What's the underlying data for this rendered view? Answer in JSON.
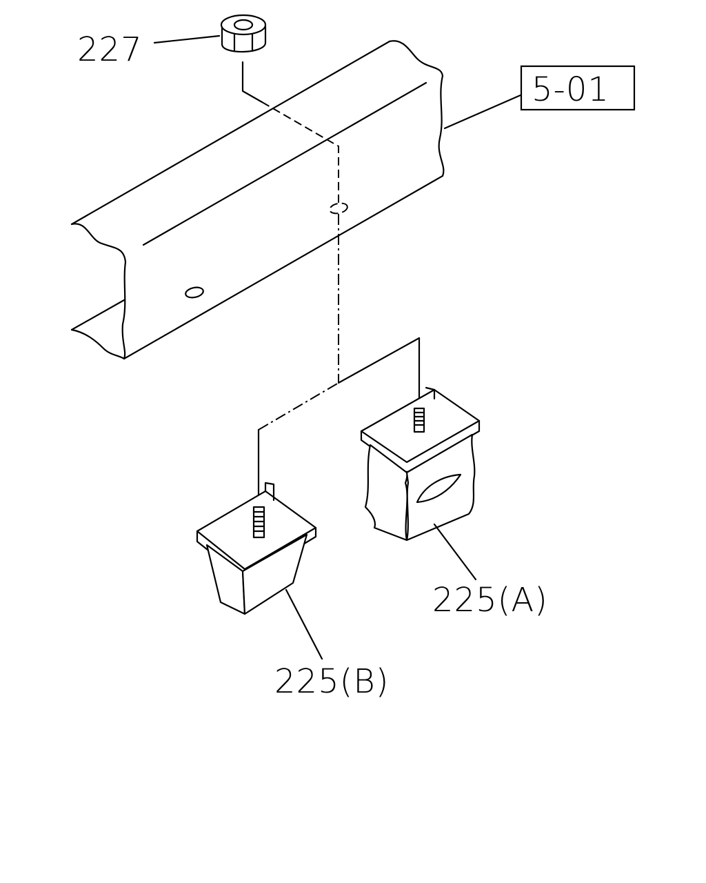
{
  "callouts": {
    "nut": "227",
    "frame_ref": "5-01",
    "mount_a": "225(A)",
    "mount_b": "225(B)"
  }
}
